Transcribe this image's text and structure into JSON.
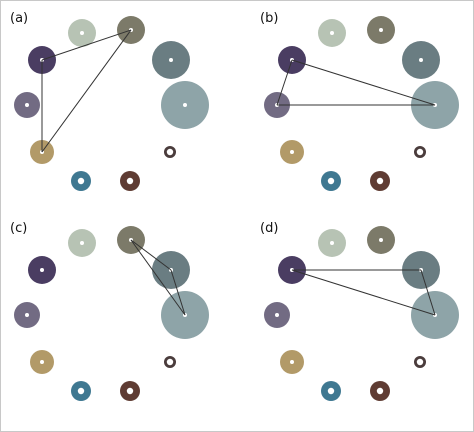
{
  "panels": [
    {
      "label": "(a)",
      "edges": [
        [
          1,
          2
        ],
        [
          1,
          4
        ],
        [
          2,
          4
        ]
      ]
    },
    {
      "label": "(b)",
      "edges": [
        [
          1,
          5
        ],
        [
          1,
          3
        ],
        [
          3,
          5
        ]
      ]
    },
    {
      "label": "(c)",
      "edges": [
        [
          2,
          6
        ],
        [
          2,
          5
        ],
        [
          5,
          6
        ]
      ]
    },
    {
      "label": "(d)",
      "edges": [
        [
          1,
          6
        ],
        [
          1,
          5
        ],
        [
          5,
          6
        ]
      ]
    }
  ],
  "nodes": [
    {
      "id": 0,
      "color": "#b7c3b4"
    },
    {
      "id": 1,
      "color": "#4a3d62"
    },
    {
      "id": 2,
      "color": "#7c7a69"
    },
    {
      "id": 3,
      "color": "#726b83"
    },
    {
      "id": 4,
      "color": "#b29a68"
    },
    {
      "id": 5,
      "color": "#8ea4a8"
    },
    {
      "id": 6,
      "color": "#6a7d82"
    },
    {
      "id": 7,
      "color": "#3f7891"
    },
    {
      "id": 8,
      "color": "#5f3c33"
    },
    {
      "id": 9,
      "color": "#4a3c3c"
    }
  ]
}
